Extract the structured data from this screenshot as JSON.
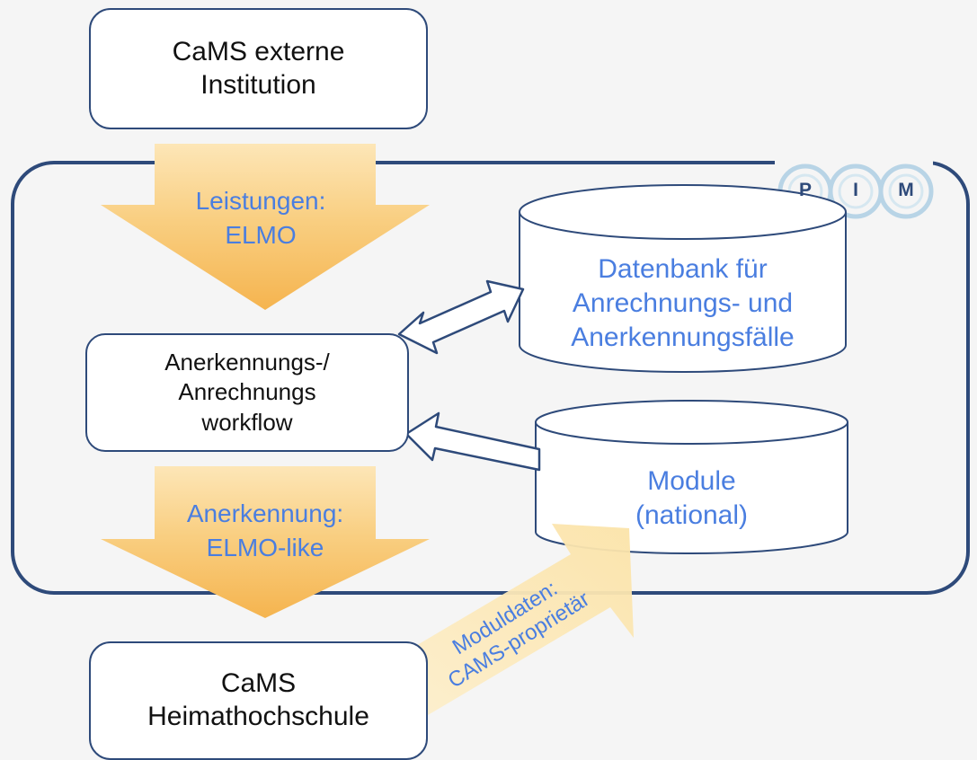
{
  "diagram": {
    "top_box": {
      "line1": "CaMS externe",
      "line2": "Institution"
    },
    "bottom_box": {
      "line1": "CaMS",
      "line2": "Heimathochschule"
    },
    "workflow_box": {
      "line1": "Anerkennungs-/",
      "line2": "Anrechnungs",
      "line3": "workflow"
    },
    "database": {
      "line1": "Datenbank für",
      "line2": "Anrechnungs- und",
      "line3": "Anerkennungsfälle"
    },
    "modules": {
      "line1": "Module",
      "line2": "(national)"
    },
    "arrow_leistungen": {
      "line1": "Leistungen:",
      "line2": "ELMO"
    },
    "arrow_anerkennung": {
      "line1": "Anerkennung:",
      "line2": "ELMO-like"
    },
    "arrow_moduldaten": {
      "line1": "Moduldaten:",
      "line2": "CAMS-proprietär"
    },
    "logo": {
      "letters": [
        "P",
        "I",
        "M"
      ]
    }
  },
  "colors": {
    "frame": "#2e4a7a",
    "label_blue": "#4a7ee0",
    "arrow_orange": "#f8c56e",
    "arrow_light": "#fdebc4",
    "background": "#f5f5f5"
  }
}
